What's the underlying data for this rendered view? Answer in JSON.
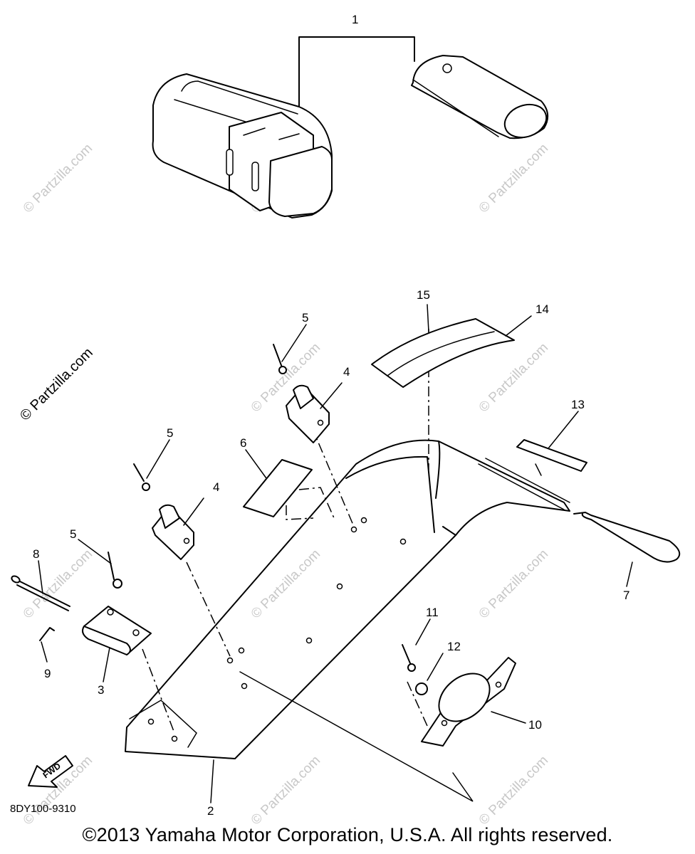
{
  "callouts": [
    "1",
    "2",
    "3",
    "4",
    "4",
    "5",
    "5",
    "5",
    "6",
    "7",
    "8",
    "9",
    "10",
    "11",
    "12",
    "13",
    "14",
    "15"
  ],
  "watermark": "© Partzilla.com",
  "fwd_label": "FWD",
  "diagram_code": "8DY100-9310",
  "copyright": "©2013  Yamaha Motor Corporation, U.S.A. All rights reserved."
}
